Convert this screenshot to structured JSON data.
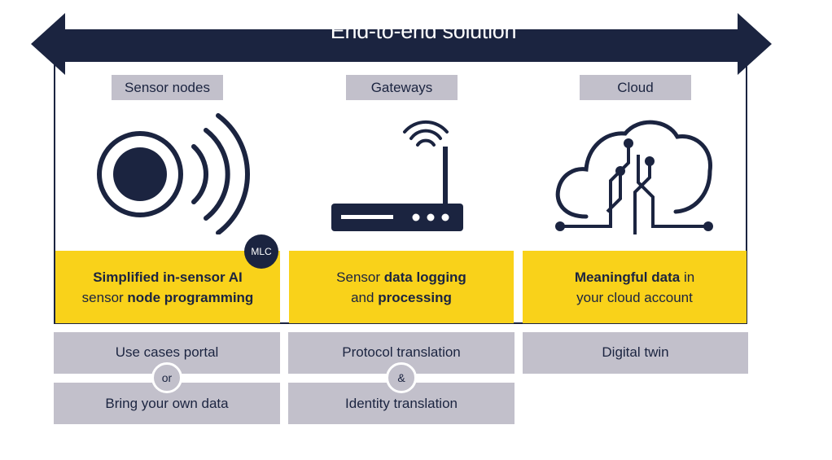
{
  "banner": {
    "title": "End-to-end solution"
  },
  "columns": [
    {
      "label": "Sensor nodes",
      "icon": "sensor-icon",
      "highlight": {
        "line1_bold": "Simplified in-sensor AI",
        "line2_normal": "sensor ",
        "line2_bold": "node programming"
      },
      "badge": "MLC"
    },
    {
      "label": "Gateways",
      "icon": "router-icon",
      "highlight": {
        "line1_normal": "Sensor ",
        "line1_bold": "data logging",
        "line2_normal": "and ",
        "line2_bold": "processing"
      }
    },
    {
      "label": "Cloud",
      "icon": "cloud-icon",
      "highlight": {
        "line1_bold": "Meaningful data",
        "line1_normal": " in",
        "line2_normal": "your cloud account"
      }
    }
  ],
  "services": {
    "sensor_top": "Use cases portal",
    "sensor_connector": "or",
    "sensor_bottom": "Bring your own data",
    "gateway_top": "Protocol translation",
    "gateway_connector": "&",
    "gateway_bottom": "Identity translation",
    "cloud_top": "Digital twin"
  },
  "colors": {
    "navy": "#1b2440",
    "yellow": "#f9d21a",
    "grey": "#c2c0cb"
  }
}
